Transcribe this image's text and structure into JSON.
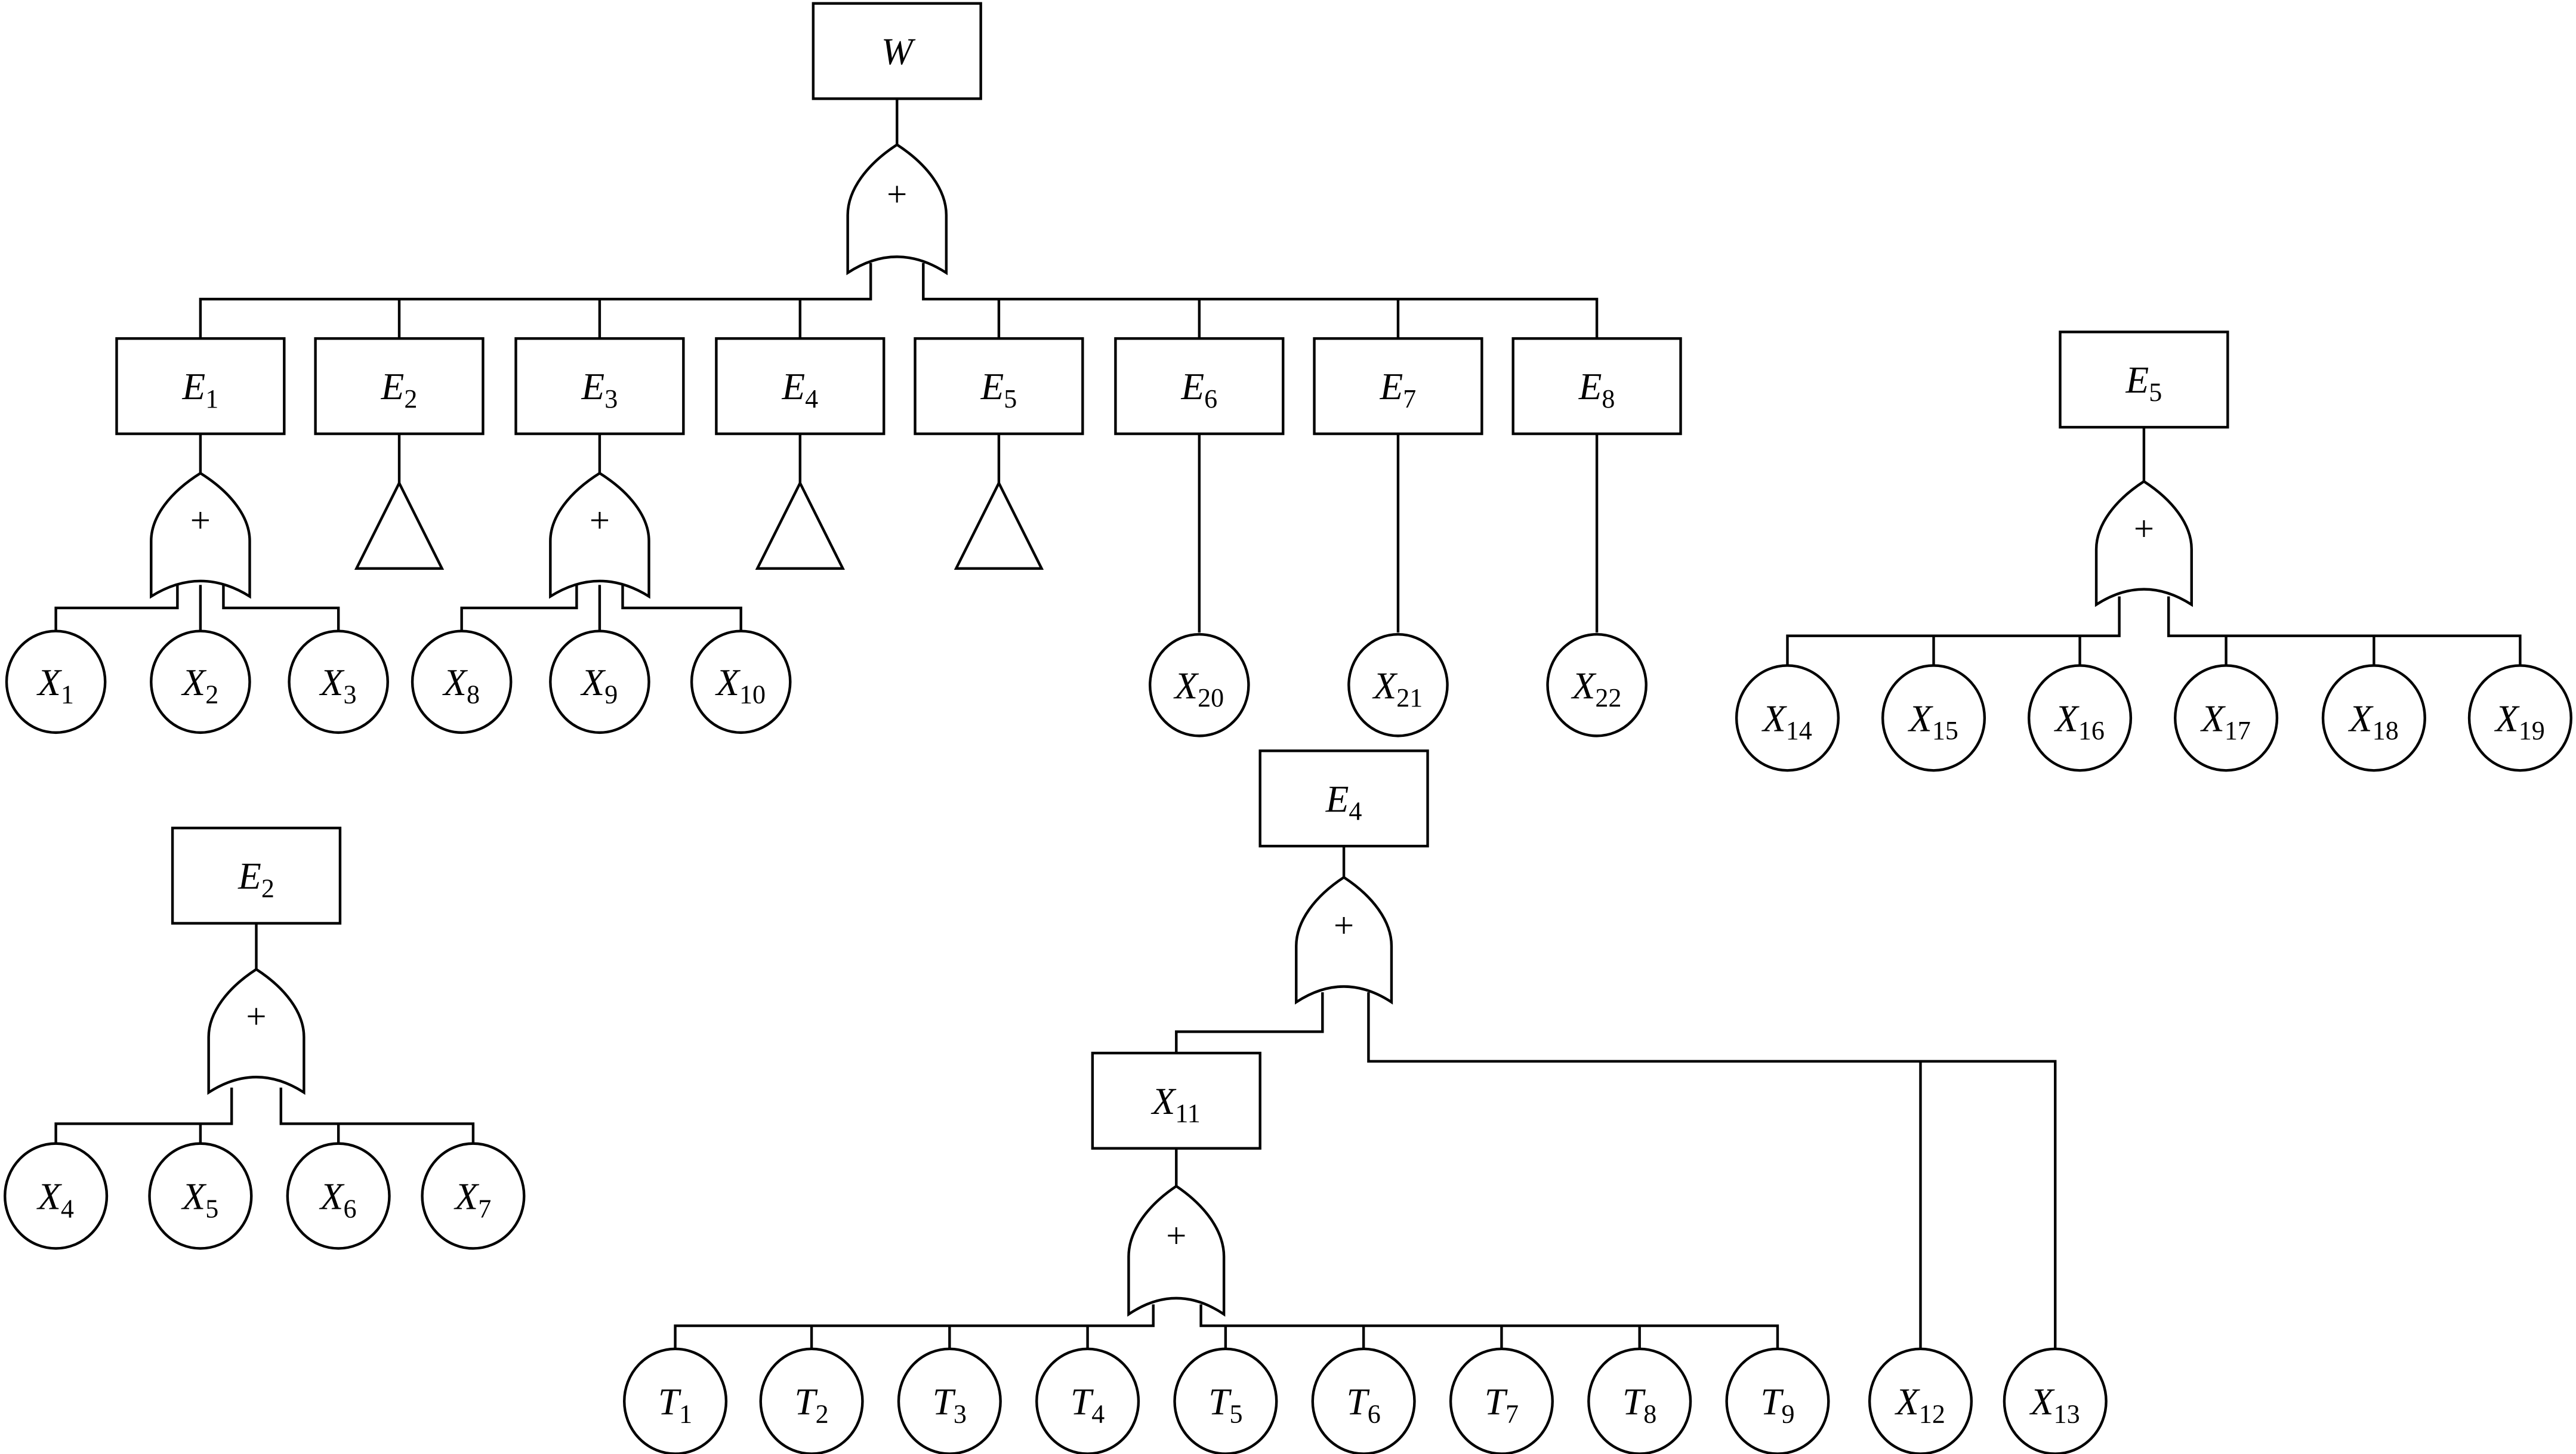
{
  "diagram": {
    "type": "fault-tree",
    "gate_symbol": "+",
    "main_tree": {
      "top": {
        "base": "W",
        "sub": ""
      },
      "gate": "or",
      "events": [
        {
          "base": "E",
          "sub": "1",
          "children": [
            {
              "base": "X",
              "sub": "1"
            },
            {
              "base": "X",
              "sub": "2"
            },
            {
              "base": "X",
              "sub": "3"
            }
          ],
          "link": "or-gate"
        },
        {
          "base": "E",
          "sub": "2",
          "link": "transfer"
        },
        {
          "base": "E",
          "sub": "3",
          "children": [
            {
              "base": "X",
              "sub": "8"
            },
            {
              "base": "X",
              "sub": "9"
            },
            {
              "base": "X",
              "sub": "10"
            }
          ],
          "link": "or-gate"
        },
        {
          "base": "E",
          "sub": "4",
          "link": "transfer"
        },
        {
          "base": "E",
          "sub": "5",
          "link": "transfer"
        },
        {
          "base": "E",
          "sub": "6",
          "children": [
            {
              "base": "X",
              "sub": "20"
            }
          ],
          "link": "direct"
        },
        {
          "base": "E",
          "sub": "7",
          "children": [
            {
              "base": "X",
              "sub": "21"
            }
          ],
          "link": "direct"
        },
        {
          "base": "E",
          "sub": "8",
          "children": [
            {
              "base": "X",
              "sub": "22"
            }
          ],
          "link": "direct"
        }
      ]
    },
    "subtree_e5": {
      "top": {
        "base": "E",
        "sub": "5"
      },
      "gate": "or",
      "children": [
        {
          "base": "X",
          "sub": "14"
        },
        {
          "base": "X",
          "sub": "15"
        },
        {
          "base": "X",
          "sub": "16"
        },
        {
          "base": "X",
          "sub": "17"
        },
        {
          "base": "X",
          "sub": "18"
        },
        {
          "base": "X",
          "sub": "19"
        }
      ]
    },
    "subtree_e2": {
      "top": {
        "base": "E",
        "sub": "2"
      },
      "gate": "or",
      "children": [
        {
          "base": "X",
          "sub": "4"
        },
        {
          "base": "X",
          "sub": "5"
        },
        {
          "base": "X",
          "sub": "6"
        },
        {
          "base": "X",
          "sub": "7"
        }
      ]
    },
    "subtree_e4": {
      "top": {
        "base": "E",
        "sub": "4"
      },
      "gate": "or",
      "intermediate": {
        "base": "X",
        "sub": "11"
      },
      "intermediate_children": [
        {
          "base": "T",
          "sub": "1"
        },
        {
          "base": "T",
          "sub": "2"
        },
        {
          "base": "T",
          "sub": "3"
        },
        {
          "base": "T",
          "sub": "4"
        },
        {
          "base": "T",
          "sub": "5"
        },
        {
          "base": "T",
          "sub": "6"
        },
        {
          "base": "T",
          "sub": "7"
        },
        {
          "base": "T",
          "sub": "8"
        },
        {
          "base": "T",
          "sub": "9"
        }
      ],
      "direct_children": [
        {
          "base": "X",
          "sub": "12"
        },
        {
          "base": "X",
          "sub": "13"
        }
      ]
    }
  }
}
